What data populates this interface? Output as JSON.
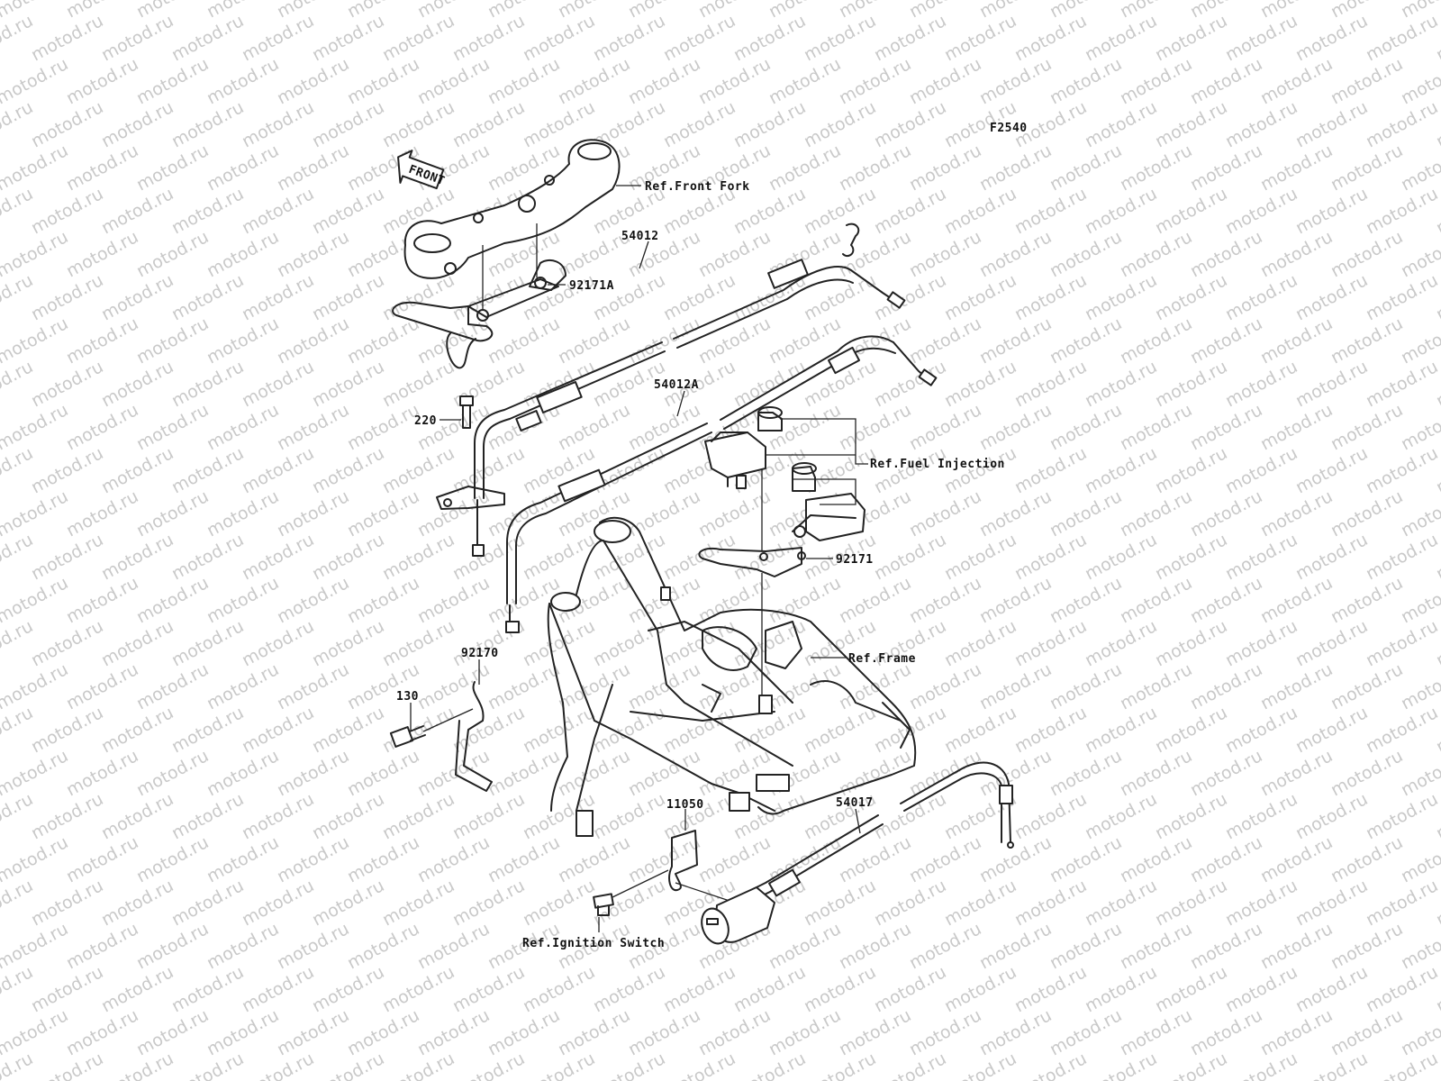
{
  "diagram_code": "F2540",
  "watermark": "motod.ru",
  "front_arrow_label": "FRONT",
  "labels": {
    "front_fork": "Ref.Front Fork",
    "p92171A": "92171A",
    "p54012": "54012",
    "p54012A": "54012A",
    "p220": "220",
    "fuel_injection": "Ref.Fuel Injection",
    "p92171": "92171",
    "frame": "Ref.Frame",
    "p92170": "92170",
    "p130": "130",
    "p11050": "11050",
    "p54017": "54017",
    "ignition_switch": "Ref.Ignition Switch"
  }
}
